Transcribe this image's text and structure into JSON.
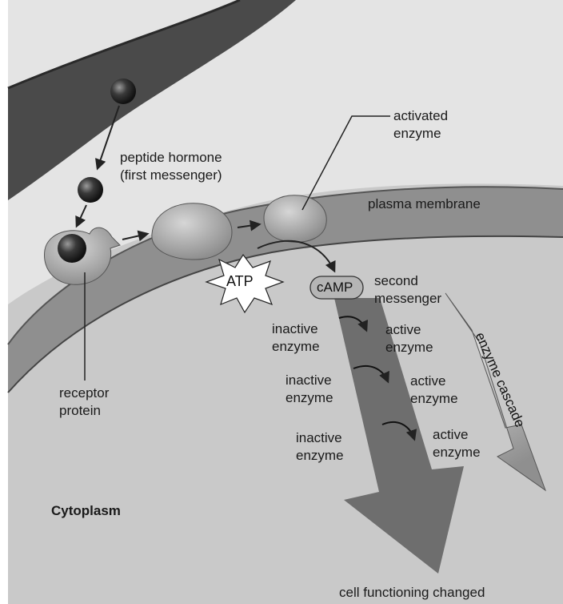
{
  "diagram": {
    "labels": {
      "peptide_hormone": [
        "peptide hormone",
        "(first messenger)"
      ],
      "activated_enzyme": [
        "activated",
        "enzyme"
      ],
      "plasma_membrane": "plasma membrane",
      "receptor_protein": [
        "receptor",
        "protein"
      ],
      "atp": "ATP",
      "camp": "cAMP",
      "second_messenger": [
        "second",
        "messenger"
      ],
      "inactive_enzyme_1": [
        "inactive",
        "enzyme"
      ],
      "active_enzyme_1": [
        "active",
        "enzyme"
      ],
      "inactive_enzyme_2": [
        "inactive",
        "enzyme"
      ],
      "active_enzyme_2": [
        "active",
        "enzyme"
      ],
      "inactive_enzyme_3": [
        "inactive",
        "enzyme"
      ],
      "active_enzyme_3": [
        "active",
        "enzyme"
      ],
      "enzyme_cascade": "enzyme cascade",
      "cytoplasm": "Cytoplasm",
      "cell_functioning_changed": "cell functioning changed"
    }
  }
}
